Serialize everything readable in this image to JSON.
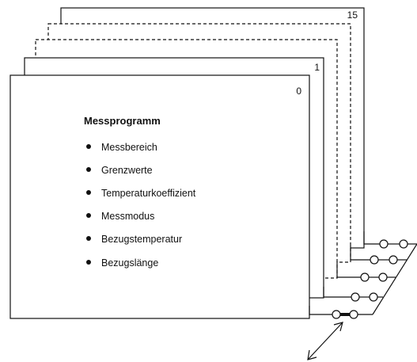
{
  "diagram": {
    "cards": [
      {
        "number": "15",
        "style": "solid"
      },
      {
        "number": "",
        "style": "dashed"
      },
      {
        "number": "",
        "style": "dashed"
      },
      {
        "number": "1",
        "style": "solid"
      },
      {
        "number": "0",
        "style": "solid"
      }
    ],
    "program_title": "Messprogramm",
    "program_items": [
      "Messbereich",
      "Grenzwerte",
      "Temperaturkoeffizient",
      "Messmodus",
      "Bezugstemperatur",
      "Bezugslänge"
    ],
    "active_card": "0",
    "colors": {
      "line": "#111111",
      "background": "#ffffff"
    }
  }
}
